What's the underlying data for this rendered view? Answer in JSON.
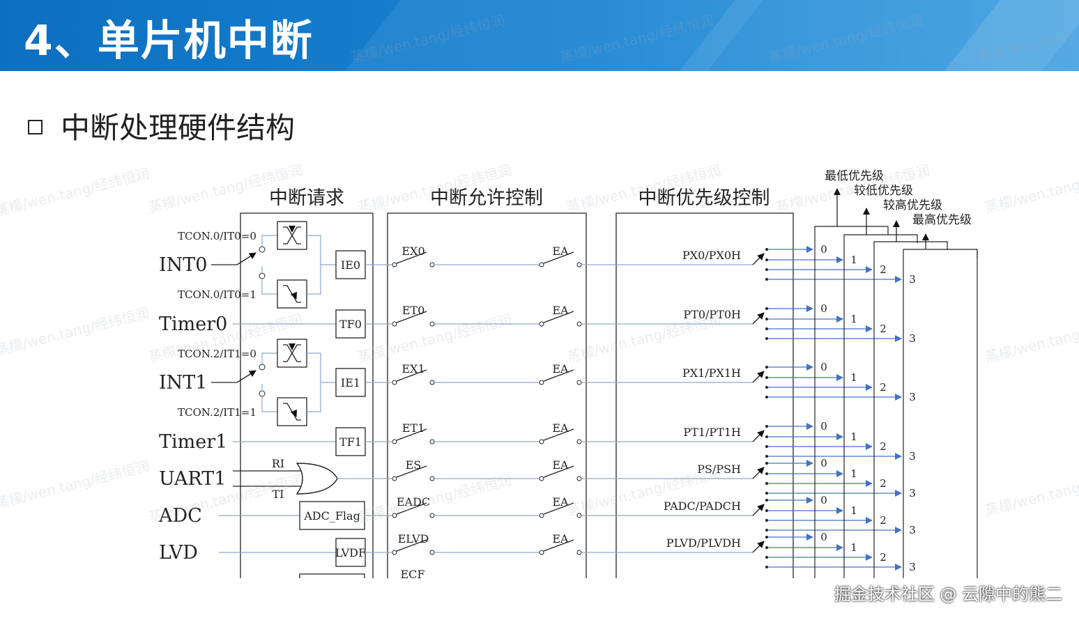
{
  "slide": {
    "title": "4、单片机中断",
    "subtitle": "中断处理硬件结构",
    "footer_credit": "掘金技术社区 @ 云隙中的熊二",
    "watermark": "蒸檬/wen.tang/经纬恒润"
  },
  "diagram": {
    "sections": {
      "request": "中断请求",
      "enable": "中断允许控制",
      "priority": "中断优先级控制"
    },
    "sources": [
      {
        "name": "INT0",
        "flag": "IE0",
        "mode_top": "TCON.0/IT0=0",
        "mode_bottom": "TCON.0/IT0=1",
        "enable": "EX0",
        "global": "EA",
        "priority": "PX0/PX0H"
      },
      {
        "name": "Timer0",
        "flag": "TF0",
        "enable": "ET0",
        "global": "EA",
        "priority": "PT0/PT0H"
      },
      {
        "name": "INT1",
        "flag": "IE1",
        "mode_top": "TCON.2/IT1=0",
        "mode_bottom": "TCON.2/IT1=1",
        "enable": "EX1",
        "global": "EA",
        "priority": "PX1/PX1H"
      },
      {
        "name": "Timer1",
        "flag": "TF1",
        "enable": "ET1",
        "global": "EA",
        "priority": "PT1/PT1H"
      },
      {
        "name": "UART1",
        "or_inputs": [
          "RI",
          "TI"
        ],
        "enable": "ES",
        "global": "EA",
        "priority": "PS/PSH"
      },
      {
        "name": "ADC",
        "flag": "ADC_Flag",
        "enable": "EADC",
        "global": "EA",
        "priority": "PADC/PADCH"
      },
      {
        "name": "LVD",
        "flag": "LVDF",
        "enable": "ELVD",
        "global": "EA",
        "priority": "PLVD/PLVDH"
      }
    ],
    "cut_off_label": "ECF",
    "priority_levels": [
      "0",
      "1",
      "2",
      "3"
    ],
    "level_labels": [
      "最低优先级",
      "较低优先级",
      "较高优先级",
      "最高优先级"
    ],
    "colors": {
      "wire": "#8aa9cc",
      "arrow": "#4472c4",
      "line": "#222222"
    }
  }
}
